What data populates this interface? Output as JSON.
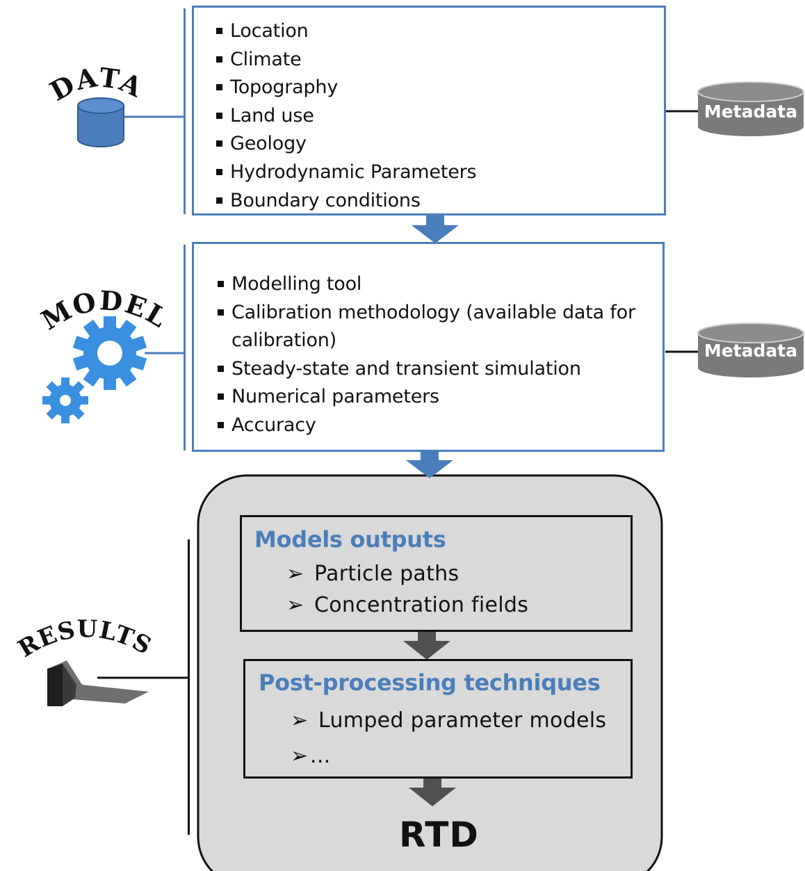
{
  "labels": {
    "data": "DATA",
    "model": "MODEL",
    "results": "RESULTS"
  },
  "data_items": [
    "Location",
    "Climate",
    "Topography",
    "Land use",
    "Geology",
    "Hydrodynamic Parameters",
    "Boundary conditions"
  ],
  "model_items": [
    "Modelling tool",
    "Calibration methodology (available data for",
    "calibration)",
    "Steady-state and transient simulation",
    "Numerical parameters",
    "Accuracy"
  ],
  "metadata_label": "Metadata",
  "outputs": {
    "title": "Models outputs",
    "items": [
      "Particle paths",
      "Concentration fields"
    ]
  },
  "post": {
    "title": "Post-processing techniques",
    "items": [
      "Lumped parameter models",
      "..."
    ]
  },
  "result_label": "RTD",
  "colors": {
    "accent": "#4a7ebb",
    "panel": "#d9d9d9",
    "dark_arrow": "#505050",
    "metadata": "#7a7a7a",
    "stand": "#2a2a2a"
  }
}
